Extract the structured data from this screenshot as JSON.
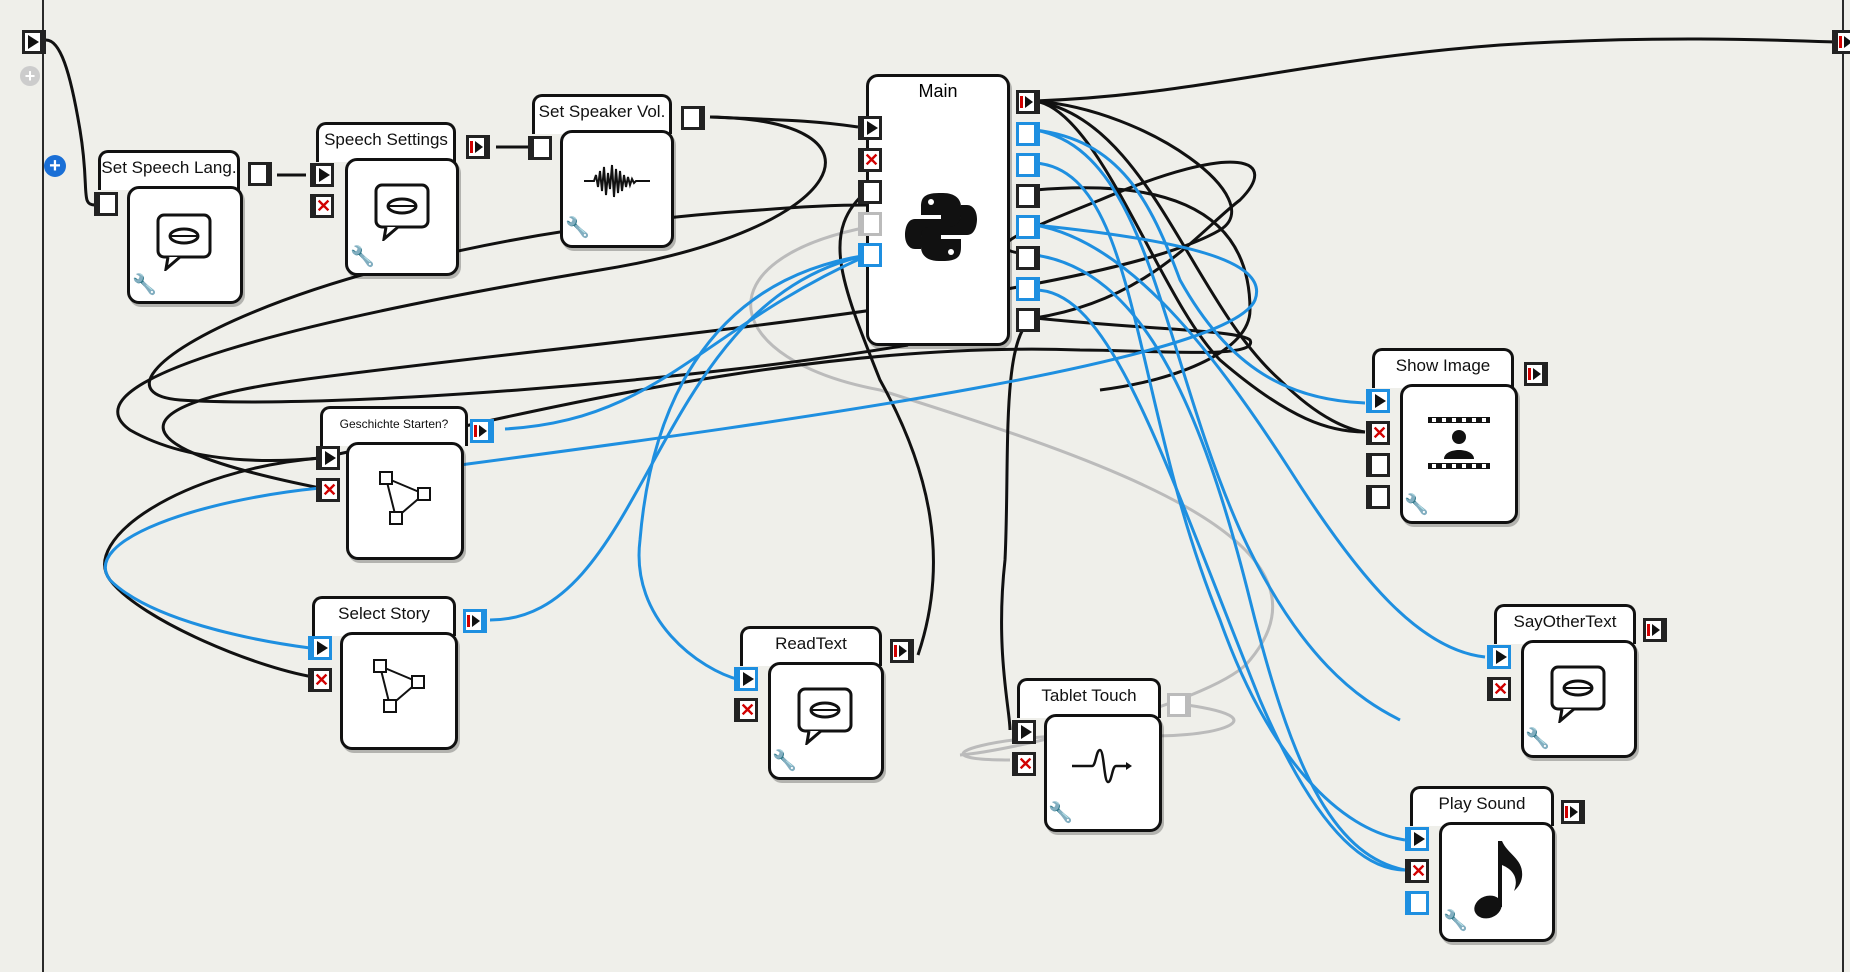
{
  "boxes": {
    "set_speech_lang": "Set Speech Lang.",
    "speech_settings": "Speech Settings",
    "set_speaker_vol": "Set Speaker Vol.",
    "main": "Main",
    "geschichte_starten": "Geschichte Starten?",
    "select_story": "Select Story",
    "read_text": "ReadText",
    "tablet_touch": "Tablet Touch",
    "show_image": "Show Image",
    "say_other_text": "SayOtherText",
    "play_sound": "Play Sound"
  },
  "icons": {
    "speech": "speech-bubble-icon",
    "sound_wave": "waveform-icon",
    "python": "python-logo-icon",
    "graph": "choice-graph-icon",
    "touch": "signal-icon",
    "image": "film-person-icon",
    "music": "music-note-icon",
    "wrench": "wrench-icon"
  },
  "colors": {
    "wire_black": "#111111",
    "wire_blue": "#1e8fe0",
    "wire_grey": "#bbbbbb",
    "stop_red": "#d10000"
  }
}
